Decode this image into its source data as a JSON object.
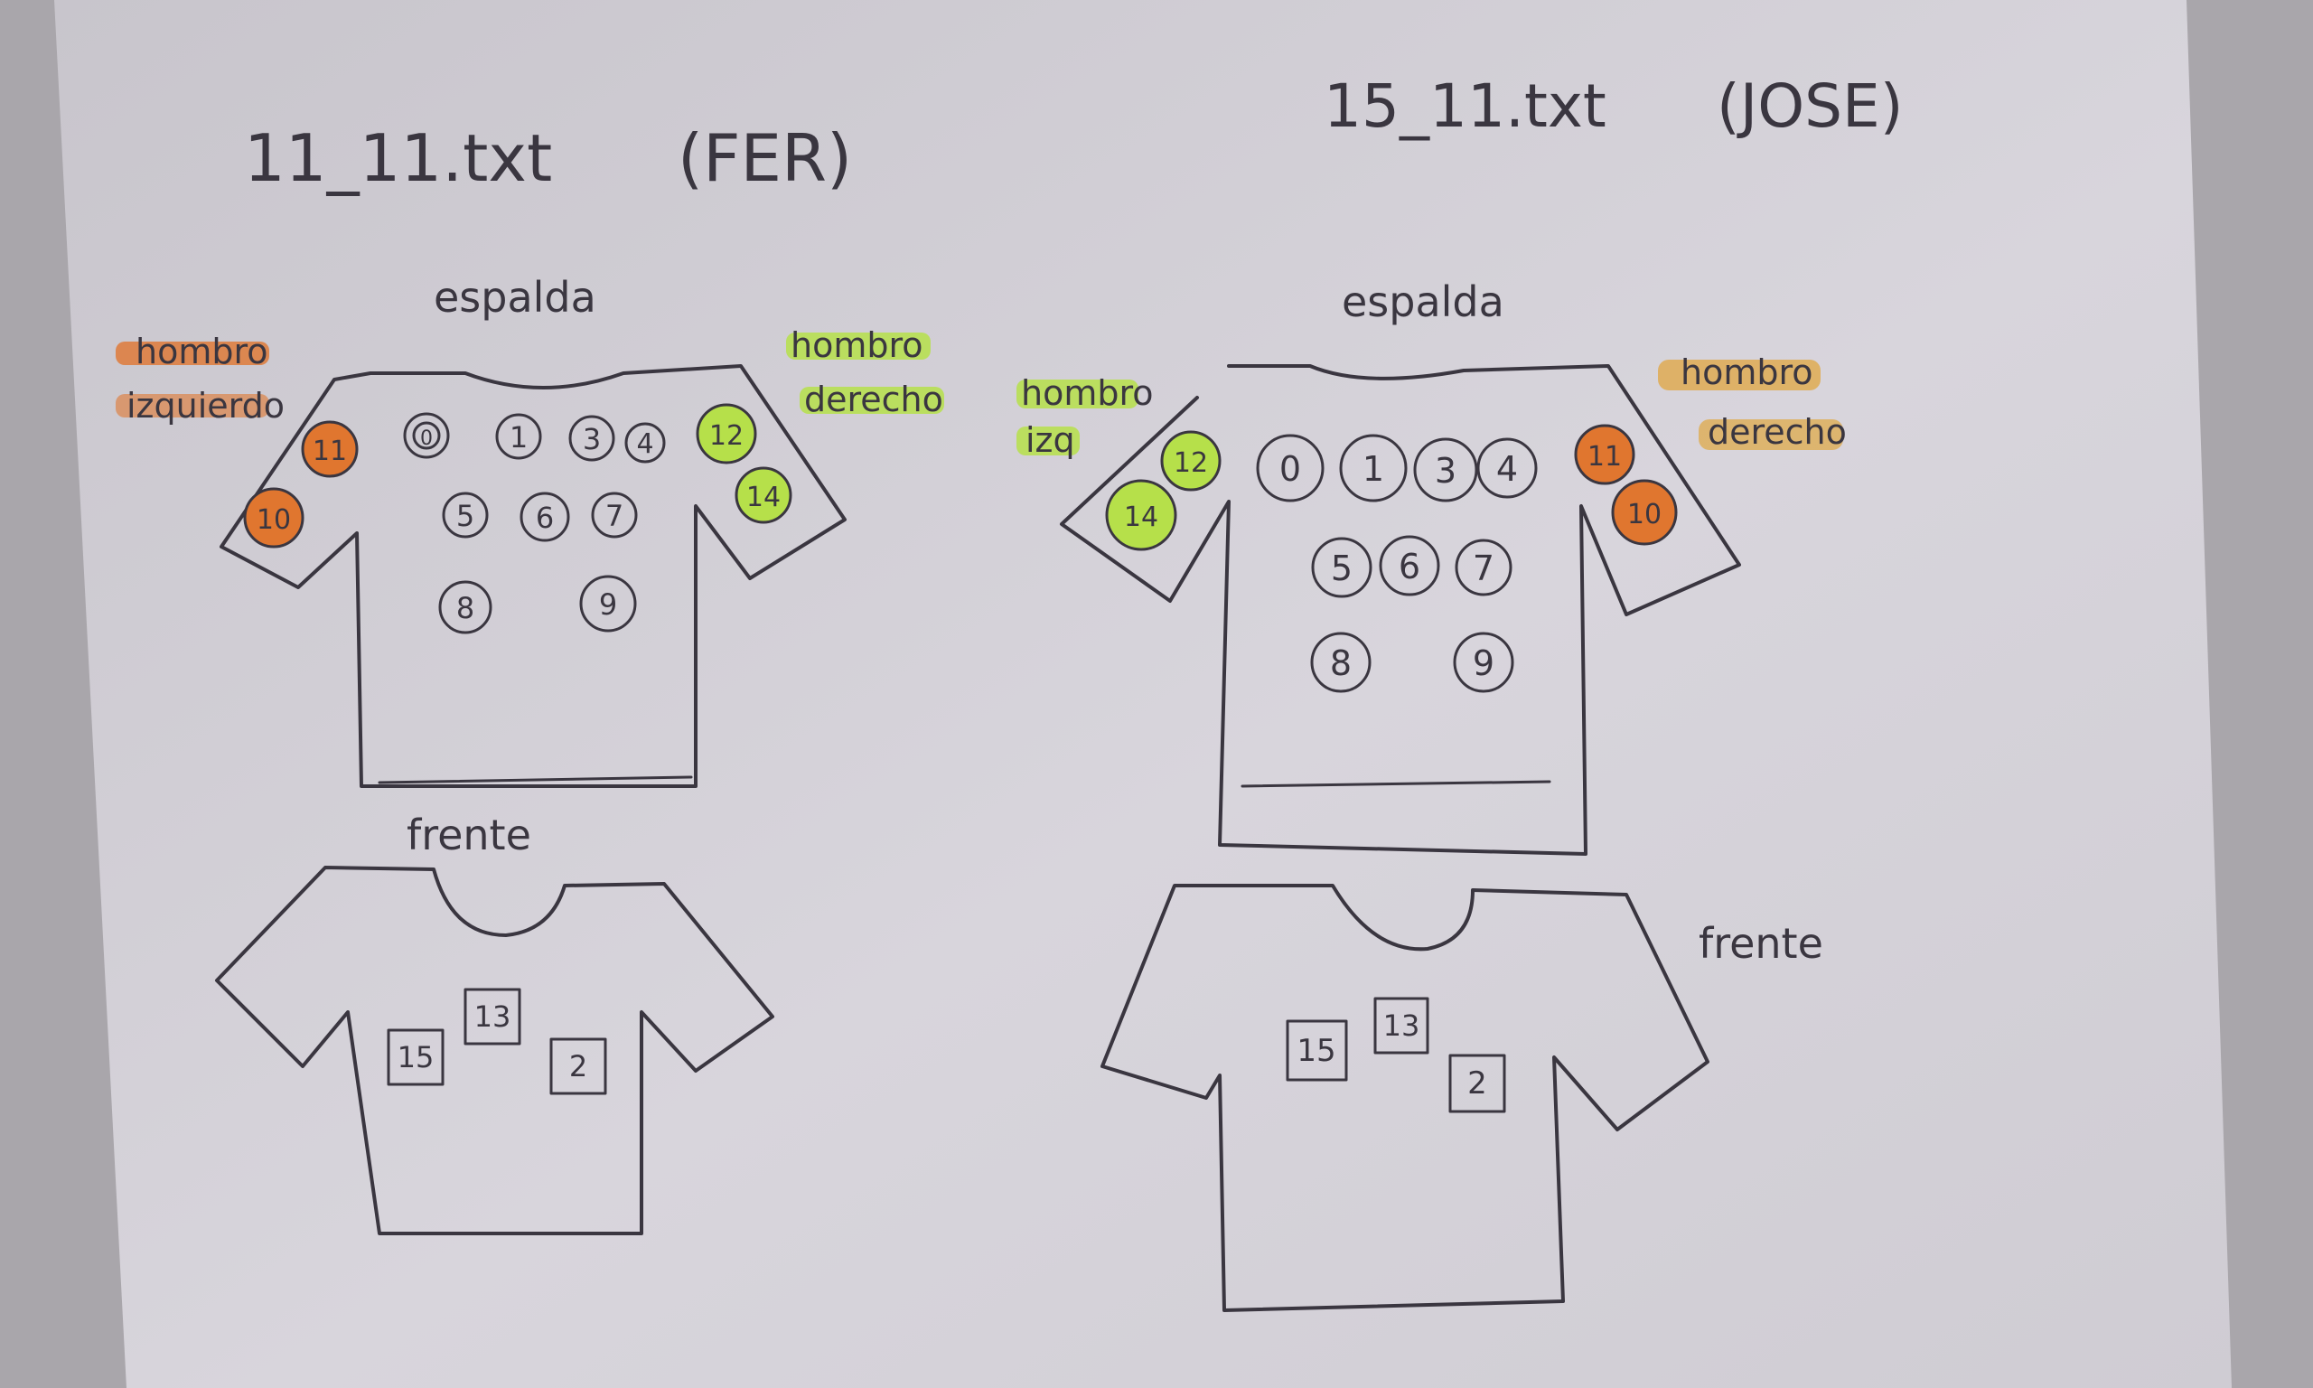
{
  "sheet": {
    "left": {
      "title_file": "11_11.txt",
      "title_person": "(FER)",
      "back_label": "espalda",
      "front_label": "frente",
      "left_shoulder_label": [
        "hombro",
        "izquierdo"
      ],
      "right_shoulder_label": [
        "hombro",
        "derecho"
      ],
      "back_sensors": [
        "0",
        "1",
        "3",
        "4",
        "5",
        "6",
        "7",
        "8",
        "9"
      ],
      "left_shoulder_sensors": [
        "11",
        "10"
      ],
      "right_shoulder_sensors": [
        "12",
        "14"
      ],
      "front_sensors": [
        "15",
        "13",
        "2"
      ]
    },
    "right": {
      "title_file": "15_11.txt",
      "title_person": "(JOSE)",
      "back_label": "espalda",
      "front_label": "frente",
      "left_shoulder_label": [
        "hombro",
        "izq"
      ],
      "right_shoulder_label": [
        "hombro",
        "derecho"
      ],
      "back_sensors": [
        "0",
        "1",
        "3",
        "4",
        "5",
        "6",
        "7",
        "8",
        "9"
      ],
      "left_shoulder_sensors": [
        "12",
        "14"
      ],
      "right_shoulder_sensors": [
        "11",
        "10"
      ],
      "front_sensors": [
        "15",
        "13",
        "2"
      ]
    }
  },
  "colors": {
    "paper": "#d6d3da",
    "ink": "#3a3640",
    "orange": "#e0762f",
    "green": "#b6e04a"
  }
}
